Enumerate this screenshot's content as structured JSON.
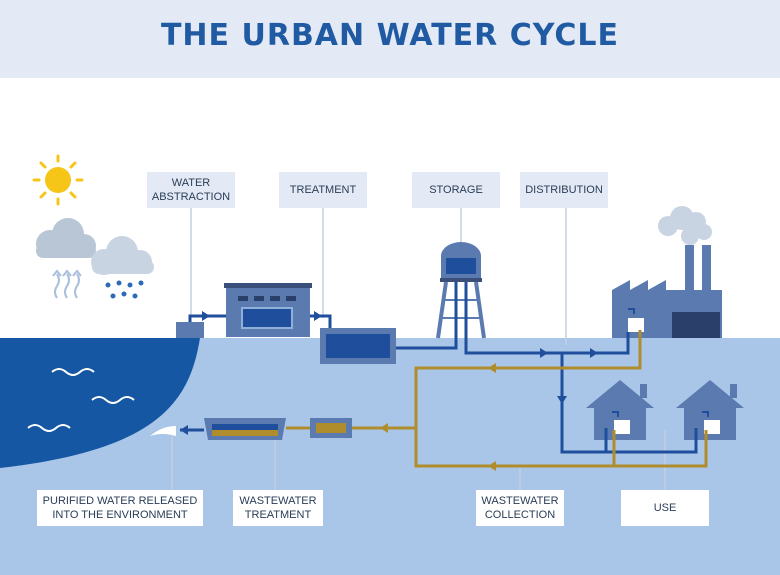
{
  "title": "THE URBAN WATER CYCLE",
  "labels": {
    "water_abstraction": "WATER\nABSTRACTION",
    "treatment": "TREATMENT",
    "storage": "STORAGE",
    "distribution": "DISTRIBUTION",
    "purified_release": "PURIFIED WATER RELEASED\nINTO THE ENVIRONMENT",
    "wastewater_treatment": "WASTEWATER\nTREATMENT",
    "wastewater_collection": "WASTEWATER\nCOLLECTION",
    "use": "USE"
  },
  "colors": {
    "title": "#1f5aa3",
    "sky_band": "#e3eaf5",
    "ground": "#a9c6e8",
    "sea": "#1557a3",
    "clean_pipe": "#1f4e9c",
    "waste_pipe": "#b08d2c",
    "sun": "#f5c518",
    "cloud": "#b9c6d6",
    "building": "#5b7bb0"
  },
  "icons": [
    "sun-icon",
    "cloud-icon",
    "rain-icon",
    "evaporation-icon",
    "wave-icon",
    "water-tower-icon",
    "factory-icon",
    "house-icon",
    "tap-icon"
  ]
}
